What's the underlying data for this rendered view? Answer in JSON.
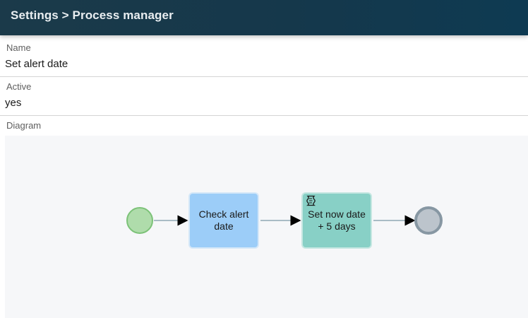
{
  "header": {
    "title": "Settings > Process manager"
  },
  "fields": {
    "name": {
      "label": "Name",
      "value": "Set alert date"
    },
    "active": {
      "label": "Active",
      "value": "yes"
    },
    "diagram": {
      "label": "Diagram"
    }
  },
  "diagram": {
    "nodes": {
      "start": {
        "type": "start-event",
        "color": "#afdcab"
      },
      "check": {
        "type": "task",
        "label": "Check alert\ndate",
        "color": "#9ccdf8"
      },
      "set": {
        "type": "script-task",
        "label": "Set now date\n+ 5 days",
        "icon": "script-icon",
        "color": "#88d0c6"
      },
      "end": {
        "type": "end-event",
        "color": "#bcc4cc"
      }
    },
    "flows": [
      {
        "from": "start",
        "to": "check"
      },
      {
        "from": "check",
        "to": "set"
      },
      {
        "from": "set",
        "to": "end"
      }
    ]
  },
  "colors": {
    "header_bg": "#15384b",
    "canvas_bg": "#f6f7f9",
    "flow_line": "#8fa8b4"
  }
}
